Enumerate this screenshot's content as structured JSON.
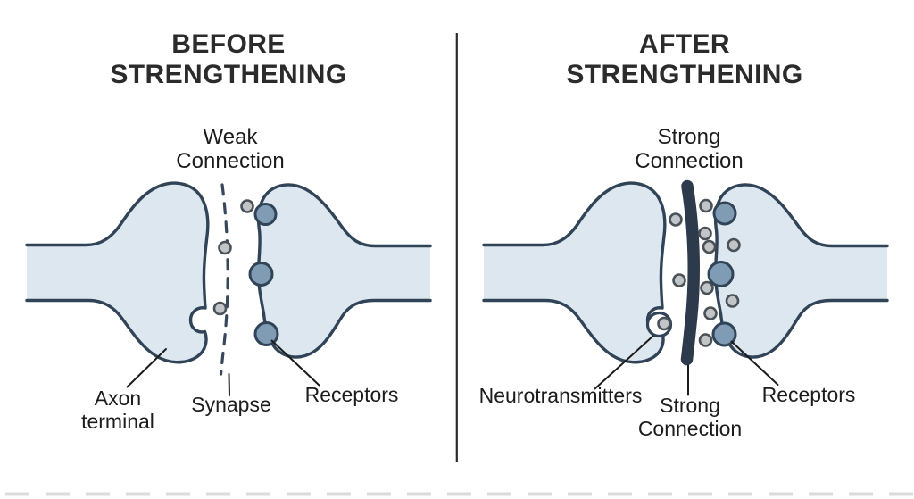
{
  "panels": {
    "before": {
      "title": "BEFORE\nSTRENGTHENING",
      "connection_label": "Weak\nConnection",
      "labels": {
        "axon_terminal": "Axon\nterminal",
        "synapse": "Synapse",
        "receptors": "Receptors"
      }
    },
    "after": {
      "title": "AFTER\nSTRENGTHENING",
      "connection_label": "Strong\nConnection",
      "labels": {
        "neurotransmitters": "Neurotransmitters",
        "strong_connection": "Strong\nConnection",
        "receptors": "Receptors"
      }
    }
  },
  "colors": {
    "background": "#ffffff",
    "terminal_fill": "#dde7ef",
    "terminal_stroke": "#304357",
    "receptor_fill": "#7f9cb4",
    "dot_fill": "#c2c5c7",
    "dot_stroke": "#4a5258",
    "strong_bar": "#2c3a4b",
    "dashed_synapse": "#37485b",
    "leader_line": "#1b1b1b",
    "divider": "#2b2b2b",
    "bottom_dashes": "#dcdcdc",
    "title_text": "#2b2b2b",
    "label_text": "#1c1c1c"
  }
}
